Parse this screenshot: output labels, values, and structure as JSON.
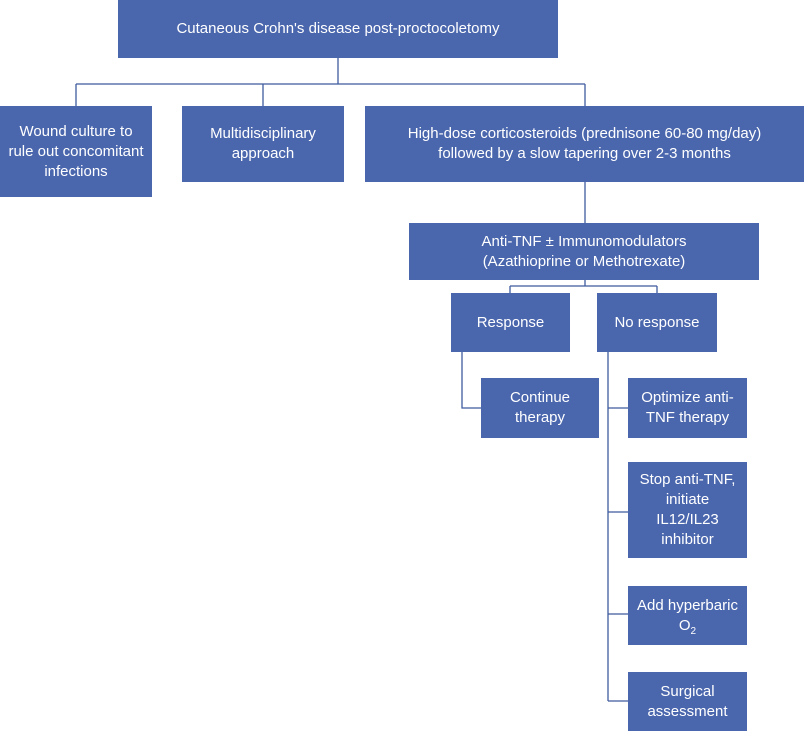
{
  "line_color": "#3f5b9e",
  "box_color": "#4a66ad",
  "nodes": {
    "root": "Cutaneous Crohn's disease post-proctocoletomy",
    "wound": "Wound culture to rule out concomitant infections",
    "multidisciplinary": "Multidisciplinary approach",
    "steroids_line1": "High-dose corticosteroids (prednisone 60-80 mg/day)",
    "steroids_line2": "followed by a slow tapering over 2-3 months",
    "antitnf_line1": "Anti-TNF ± Immunomodulators",
    "antitnf_line2": "(Azathioprine or Methotrexate)",
    "response": "Response",
    "no_response": "No response",
    "continue": "Continue therapy",
    "optimize": "Optimize anti-TNF therapy",
    "stop": "Stop anti-TNF, initiate IL12/IL23 inhibitor",
    "hbo_prefix": "Add hyperbaric O",
    "hbo_sub": "2",
    "surgical": "Surgical assessment"
  }
}
